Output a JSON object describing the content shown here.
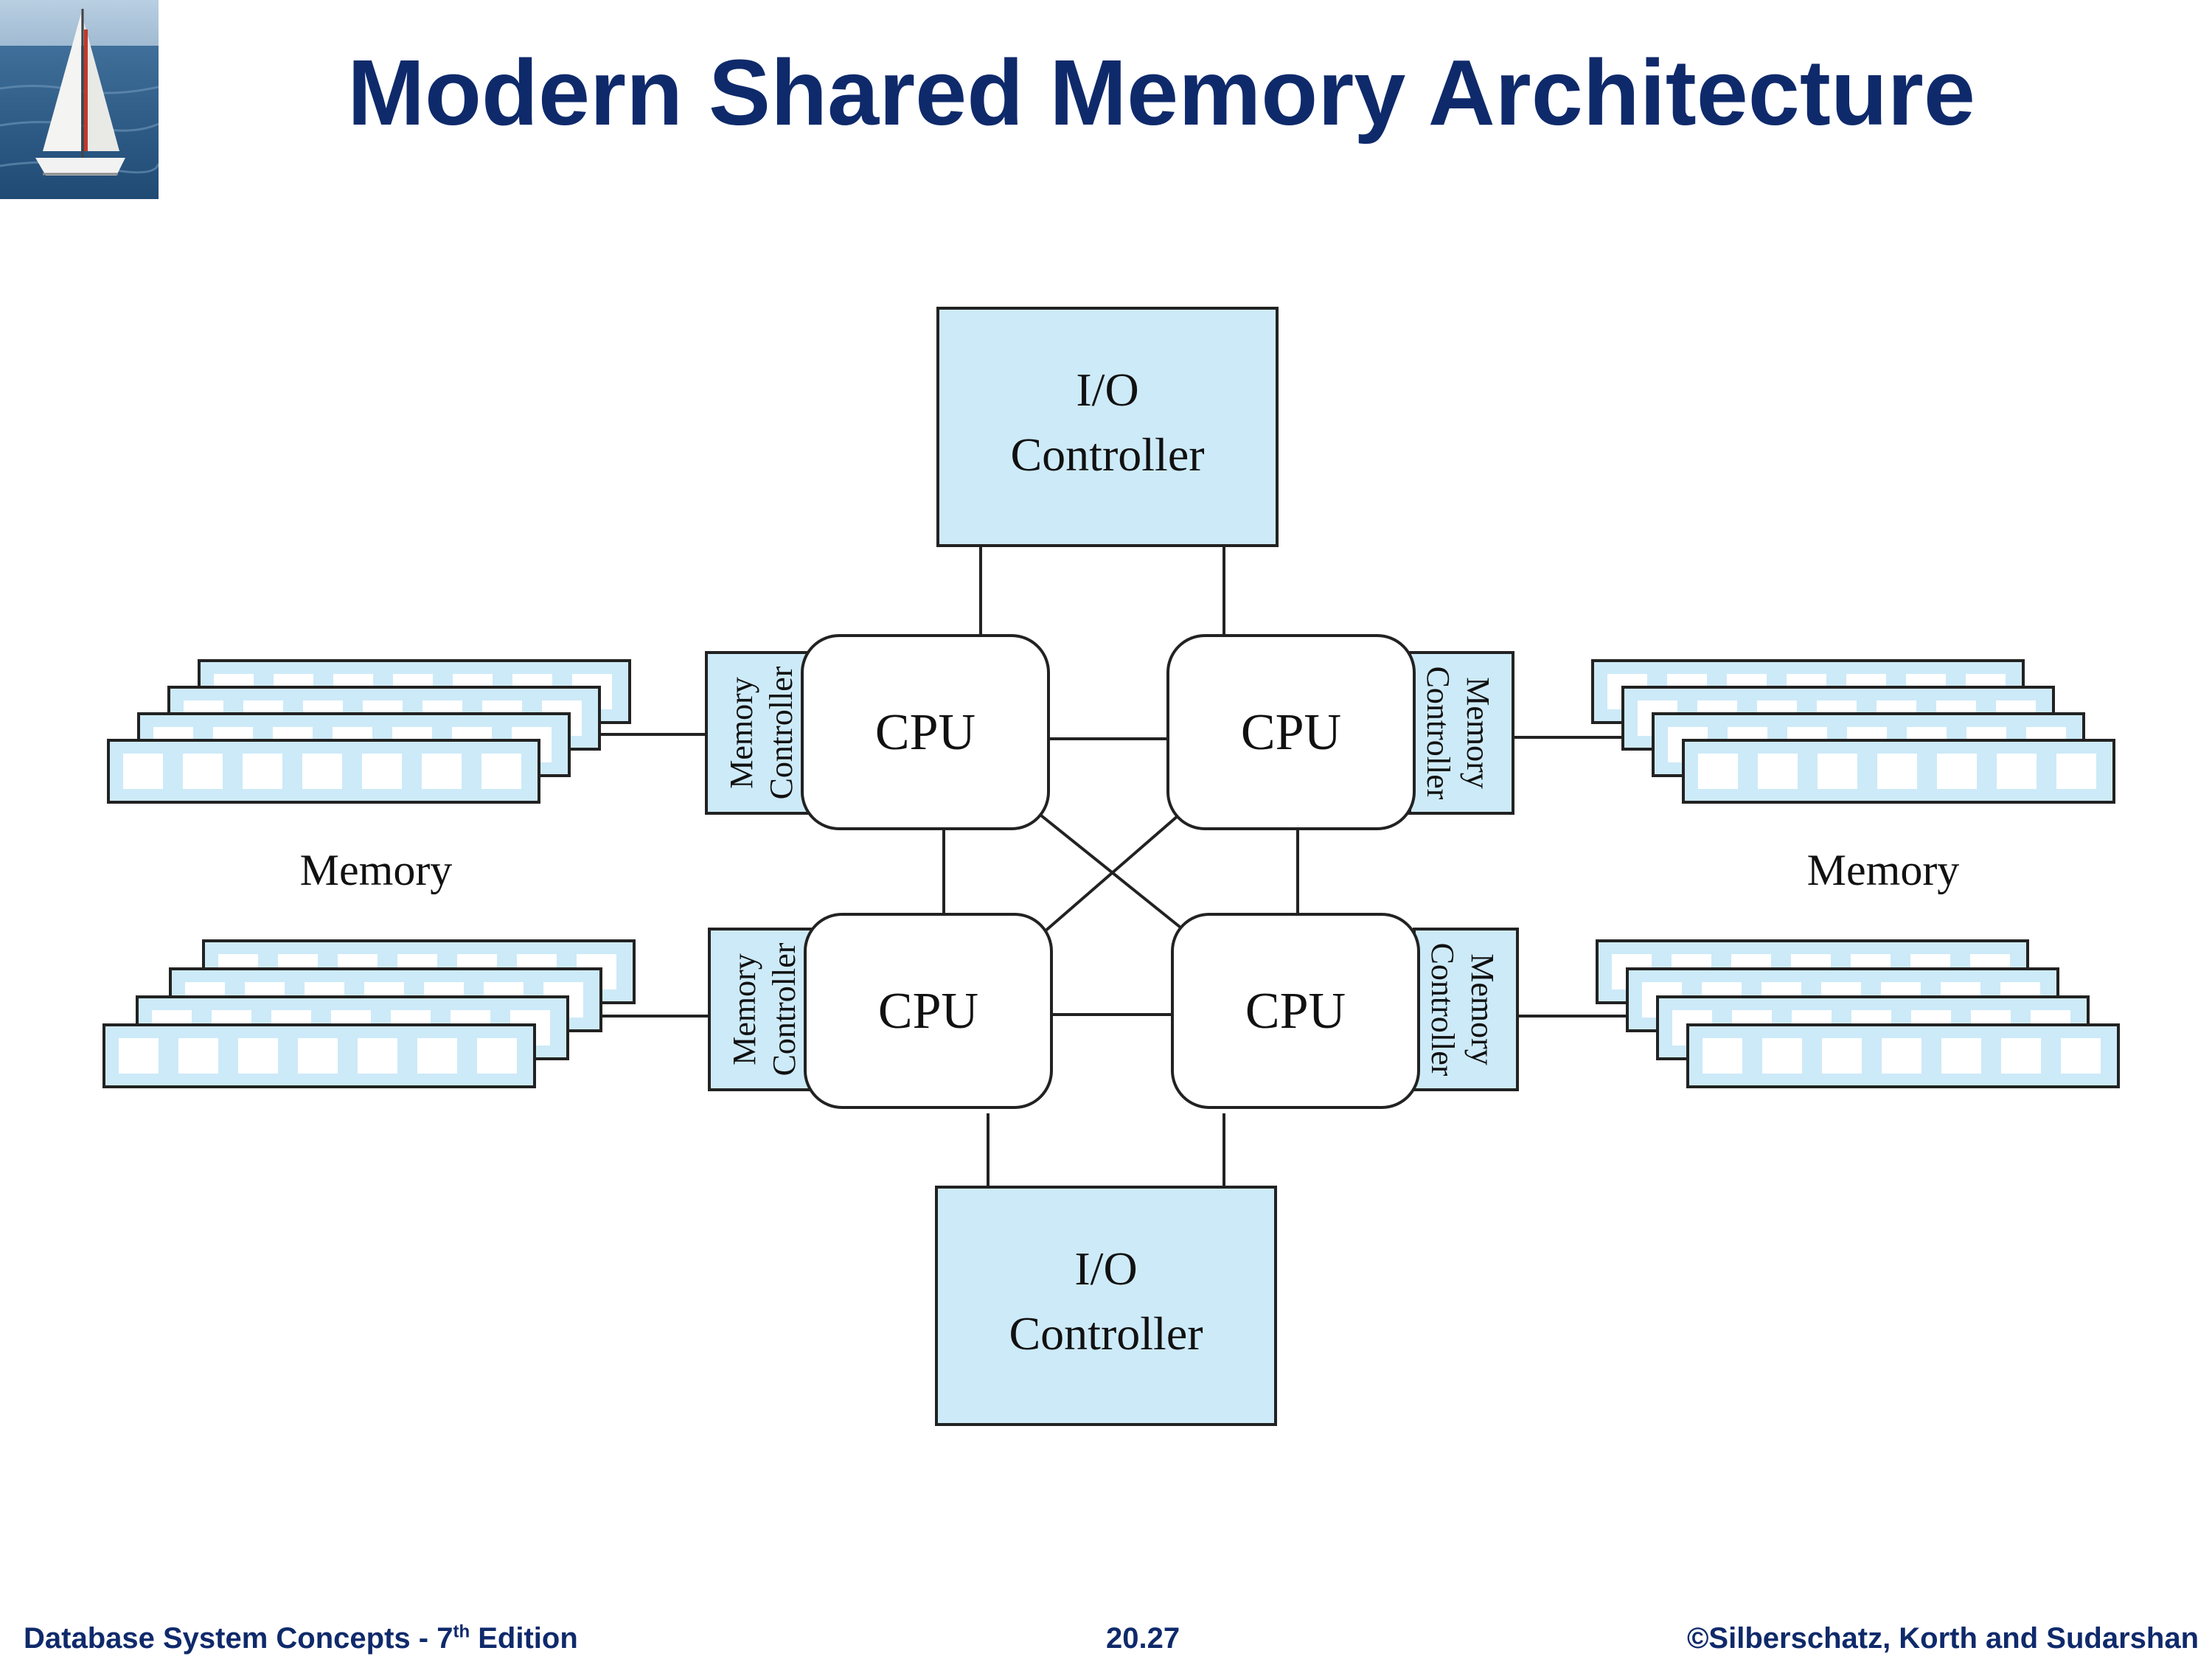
{
  "title": "Modern Shared Memory Architecture",
  "logo": {
    "icon": "sailboat-icon"
  },
  "diagram": {
    "io_controllers": [
      {
        "line1": "I/O",
        "line2": "Controller"
      },
      {
        "line1": "I/O",
        "line2": "Controller"
      }
    ],
    "cpus": [
      "CPU",
      "CPU",
      "CPU",
      "CPU"
    ],
    "memory_controllers": [
      {
        "line1": "Memory",
        "line2": "Controller"
      },
      {
        "line1": "Memory",
        "line2": "Controller"
      },
      {
        "line1": "Memory",
        "line2": "Controller"
      },
      {
        "line1": "Memory",
        "line2": "Controller"
      }
    ],
    "memory_labels": [
      "Memory",
      "Memory"
    ],
    "colors": {
      "box_fill": "#cdeaf8",
      "stroke": "#222222",
      "title": "#0f2a6b"
    }
  },
  "footer": {
    "left_main": "Database System Concepts - 7",
    "left_sup": "th",
    "left_end": " Edition",
    "page": "20.27",
    "copyright": "©Silberschatz, Korth and Sudarshan"
  }
}
